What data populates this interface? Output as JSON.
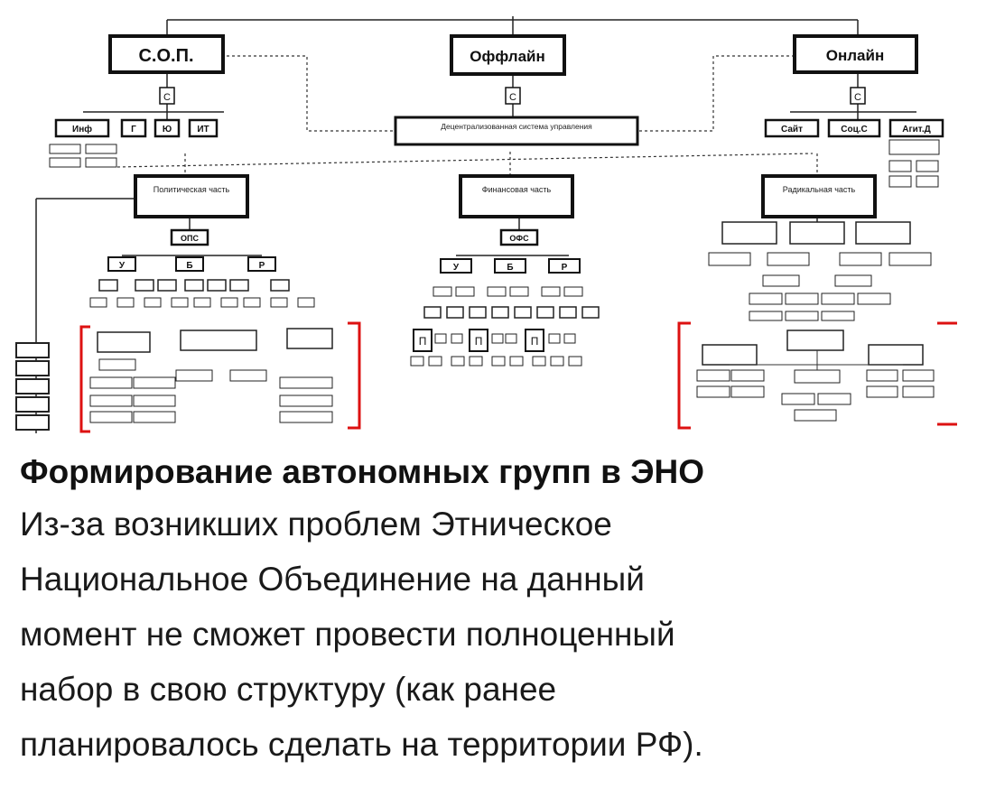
{
  "diagram": {
    "top_nodes": {
      "sop": "С.О.П.",
      "offline": "Оффлайн",
      "online": "Онлайн"
    },
    "c_marker": "С",
    "center_box": "Децентрализованная система управления",
    "sop_children": [
      "Инф",
      "Г",
      "Ю",
      "ИТ"
    ],
    "online_children": [
      "Сайт",
      "Соц.С",
      "Агит.Д"
    ],
    "parts": {
      "political": "Политическая часть",
      "financial": "Финансовая часть",
      "radical": "Радикальная часть"
    },
    "abbr": {
      "political": "ОПС",
      "financial": "ОФС"
    },
    "branch_letters": [
      "У",
      "Б",
      "Р"
    ],
    "p_marker": "П"
  },
  "caption": {
    "title": "Формирование автономных групп в ЭНО",
    "lines": [
      "Из-за возникших проблем Этническое",
      "Национальное Объединение на данный",
      "момент не сможет провести полноценный",
      "набор в свою структуру (как ранее",
      "планировалось сделать на территории РФ)."
    ]
  }
}
